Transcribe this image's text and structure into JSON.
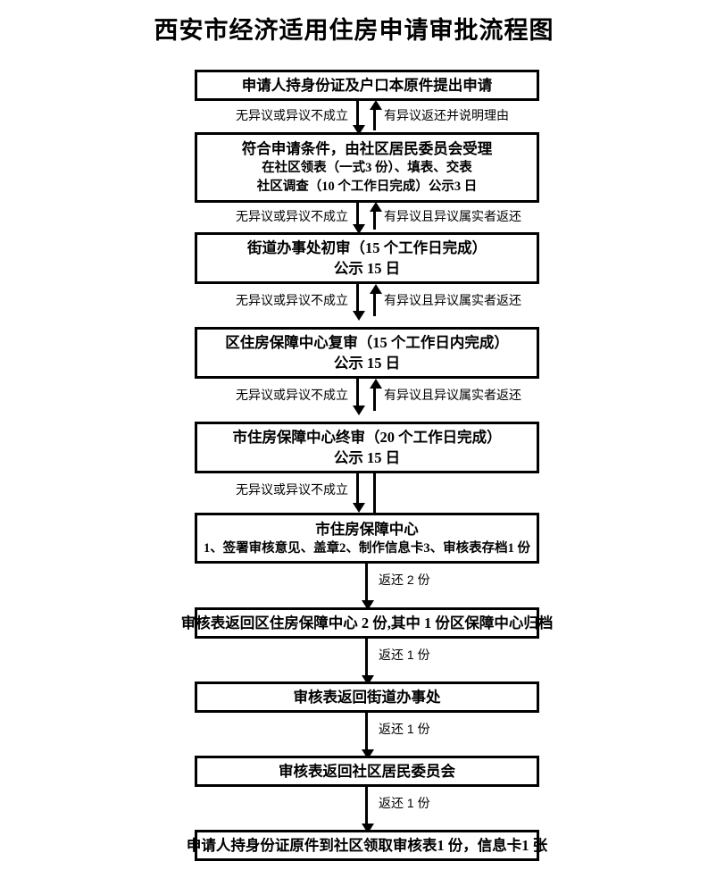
{
  "document": {
    "title": "西安市经济适用住房申请审批流程图",
    "type": "flowchart",
    "orientation": "top-to-bottom",
    "accent_color": "#000000",
    "background_color": "#ffffff"
  },
  "nodes": [
    {
      "id": "n1",
      "line1": "申请人持身份证及户口本原件提出申请"
    },
    {
      "id": "n2",
      "line1": "符合申请条件，由社区居民委员会受理",
      "line2": "在社区领表（一式3 份）、填表、交表",
      "line3": "社区调查（10 个工作日完成）公示3 日"
    },
    {
      "id": "n3",
      "line1": "街道办事处初审（15 个工作日完成）",
      "line2": "公示 15 日"
    },
    {
      "id": "n4",
      "line1": "区住房保障中心复审（15 个工作日内完成）",
      "line2": "公示 15 日"
    },
    {
      "id": "n5",
      "line1": "市住房保障中心终审（20 个工作日完成）",
      "line2": "公示 15 日"
    },
    {
      "id": "n6",
      "line1": "市住房保障中心",
      "line2": "1、签署审核意见、盖章2、制作信息卡3、审核表存档1 份"
    },
    {
      "id": "n7",
      "line1": "审核表返回区住房保障中心 2 份,其中 1 份区保障中心归档"
    },
    {
      "id": "n8",
      "line1": "审核表返回街道办事处"
    },
    {
      "id": "n9",
      "line1": "审核表返回社区居民委员会"
    },
    {
      "id": "n10",
      "line1": "申请人持身份证原件到社区领取审核表1 份，信息卡1 张"
    }
  ],
  "edge_labels": {
    "e1_left": "无异议或异议不成立",
    "e1_right": "有异议返还并说明理由",
    "e2_left": "无异议或异议不成立",
    "e2_right": "有异议且异议属实者返还",
    "e3_left": "无异议或异议不成立",
    "e3_right": "有异议且异议属实者返还",
    "e4_left": "无异议或异议不成立",
    "e4_right": "有异议且异议属实者返还",
    "e5_left": "无异议或异议不成立",
    "e6": "返还 2 份",
    "e7": "返还 1 份",
    "e8": "返还 1 份",
    "e9": "返还 1 份"
  }
}
